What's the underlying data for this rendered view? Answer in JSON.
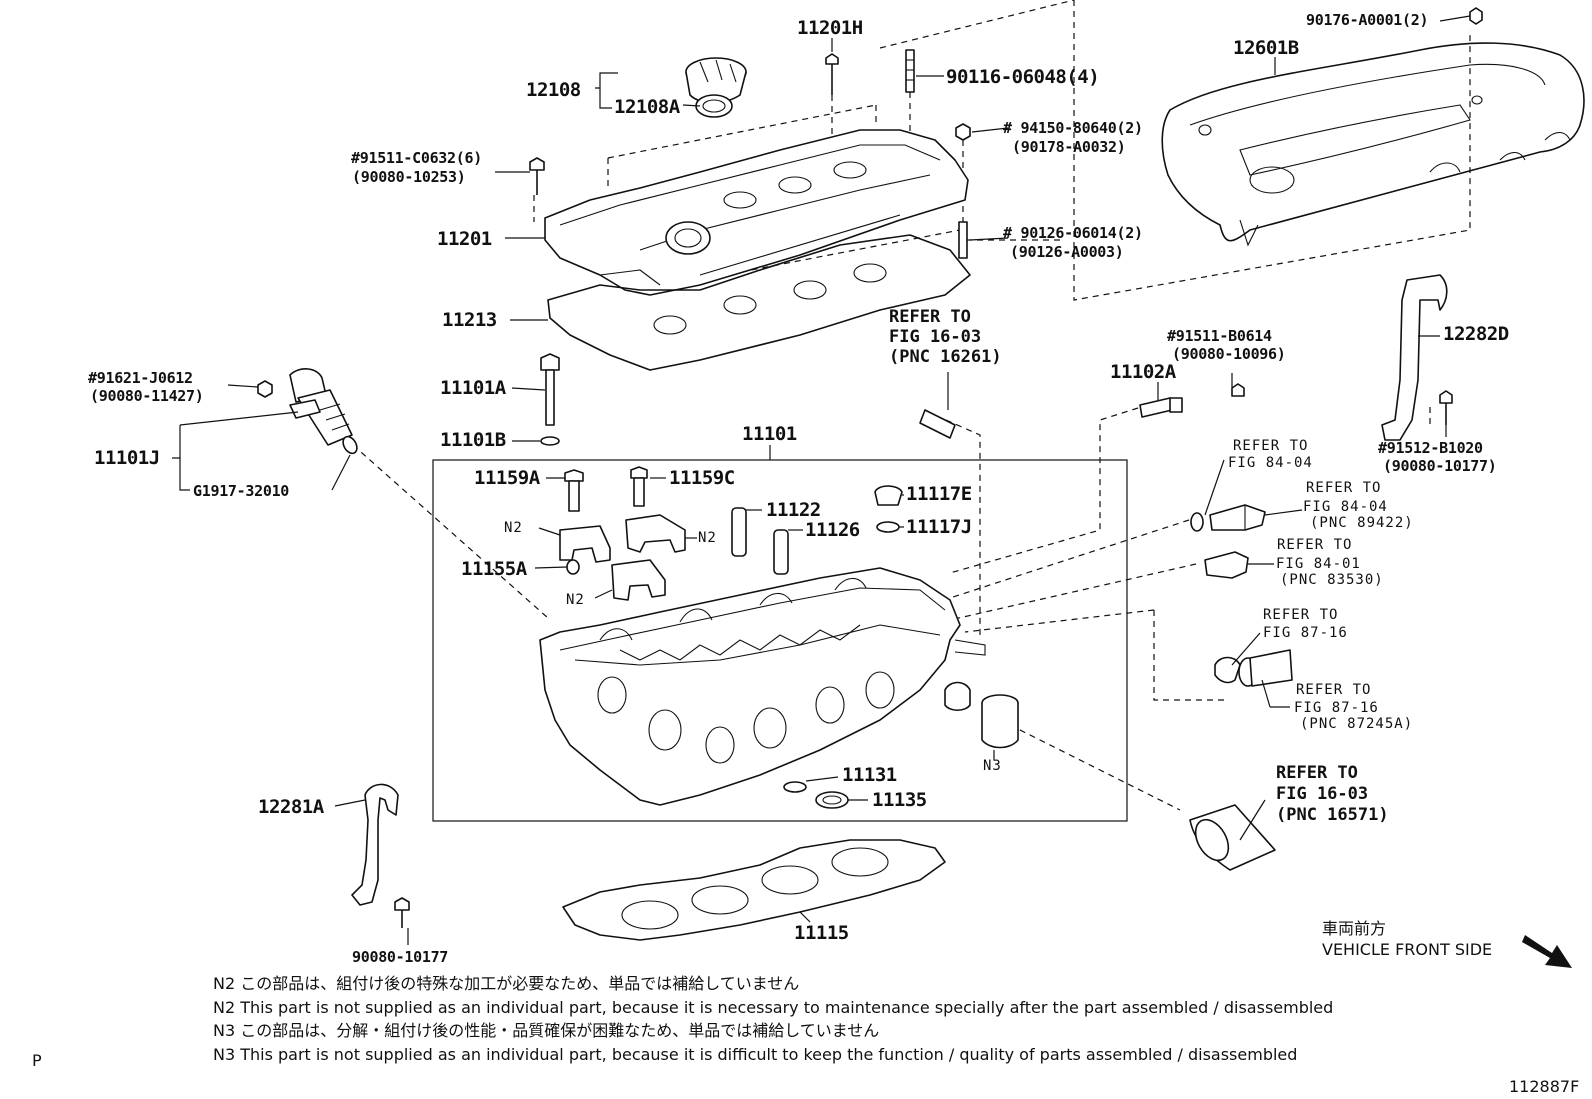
{
  "labels": {
    "p11201H": "11201H",
    "p12108": "12108",
    "p12108A": "12108A",
    "p90116": "90116-06048(4)",
    "p91511c": "#91511-C0632(6)",
    "p90080_10253": "(90080-10253)",
    "p94150": "# 94150-80640(2)",
    "p90178": "(90178-A0032)",
    "p11201": "11201",
    "p90126": "# 90126-06014(2)",
    "p90126a": "(90126-A0003)",
    "p11213": "11213",
    "p90176": "90176-A0001(2)",
    "p12601B": "12601B",
    "p12282D": "12282D",
    "p91511b": "#91511-B0614",
    "p90080_10096": "(90080-10096)",
    "p11102A": "11102A",
    "p91512": "#91512-B1020",
    "p90080_10177b": "(90080-10177)",
    "p91621": "#91621-J0612",
    "p90080_11427": "(90080-11427)",
    "p11101J": "11101J",
    "pG1917": "G1917-32010",
    "p11101A": "11101A",
    "p11101B": "11101B",
    "p11101": "11101",
    "p11159A": "11159A",
    "p11159C": "11159C",
    "p11122": "11122",
    "p11126": "11126",
    "p11117E": "11117E",
    "p11117J": "11117J",
    "p11155A": "11155A",
    "n2a": "N2",
    "n2b": "N2",
    "n2c": "N2",
    "n3": "N3",
    "p11131": "11131",
    "p11135": "11135",
    "p12281A": "12281A",
    "p90080_10177": "90080-10177",
    "p11115": "11115"
  },
  "refs": {
    "r1": [
      "REFER TO",
      "FIG 16-03",
      "(PNC 16261)"
    ],
    "r2": [
      "REFER TO",
      "FIG 84-04"
    ],
    "r3": [
      "REFER TO",
      "FIG 84-04",
      "(PNC 89422)"
    ],
    "r4": [
      "REFER TO",
      "FIG 84-01",
      "(PNC 83530)"
    ],
    "r5": [
      "REFER TO",
      "FIG 87-16"
    ],
    "r6": [
      "REFER TO",
      "FIG 87-16",
      "(PNC 87245A)"
    ],
    "r7": [
      "REFER TO",
      "FIG 16-03",
      "(PNC 16571)"
    ]
  },
  "front": {
    "jp": "車両前方",
    "en": "VEHICLE FRONT SIDE"
  },
  "notes": [
    "N2  この部品は、組付け後の特殊な加工が必要なため、単品では補給していません",
    "N2  This part is not supplied as an individual part, because it is necessary to maintenance specially after the part assembled / disassembled",
    "N3  この部品は、分解・組付け後の性能・品質確保が困難なため、単品では補給していません",
    "N3  This part is not supplied as an individual part, because it is difficult to keep the function / quality of parts  assembled / disassembled"
  ],
  "corner_left": "P",
  "figure_id": "112887F"
}
